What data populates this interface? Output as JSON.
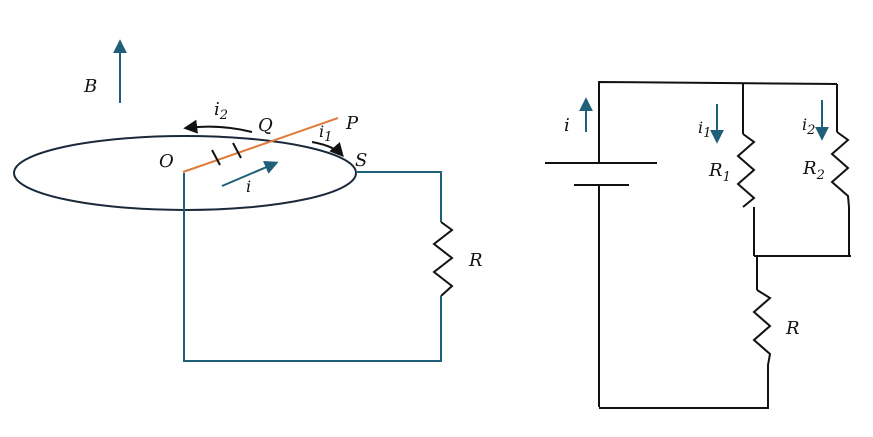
{
  "colors": {
    "wire": "#1f5f7a",
    "dark": "#111111",
    "rod": "#e07b3c",
    "arrow": "#1f5f7a"
  },
  "left_diagram": {
    "field_label": "B",
    "labels": {
      "q": "Q",
      "p": "P",
      "o": "O",
      "s": "S",
      "r": "R"
    },
    "currents": {
      "i2_base": "i",
      "i2_sub": "2",
      "i1_base": "i",
      "i1_sub": "1",
      "i_label": "i"
    }
  },
  "right_diagram": {
    "battery_current": "i",
    "branch1": {
      "current_base": "i",
      "current_sub": "1",
      "resistor_base": "R",
      "resistor_sub": "1"
    },
    "branch2": {
      "current_base": "i",
      "current_sub": "2",
      "resistor_base": "R",
      "resistor_sub": "2"
    },
    "series_resistor": "R"
  }
}
